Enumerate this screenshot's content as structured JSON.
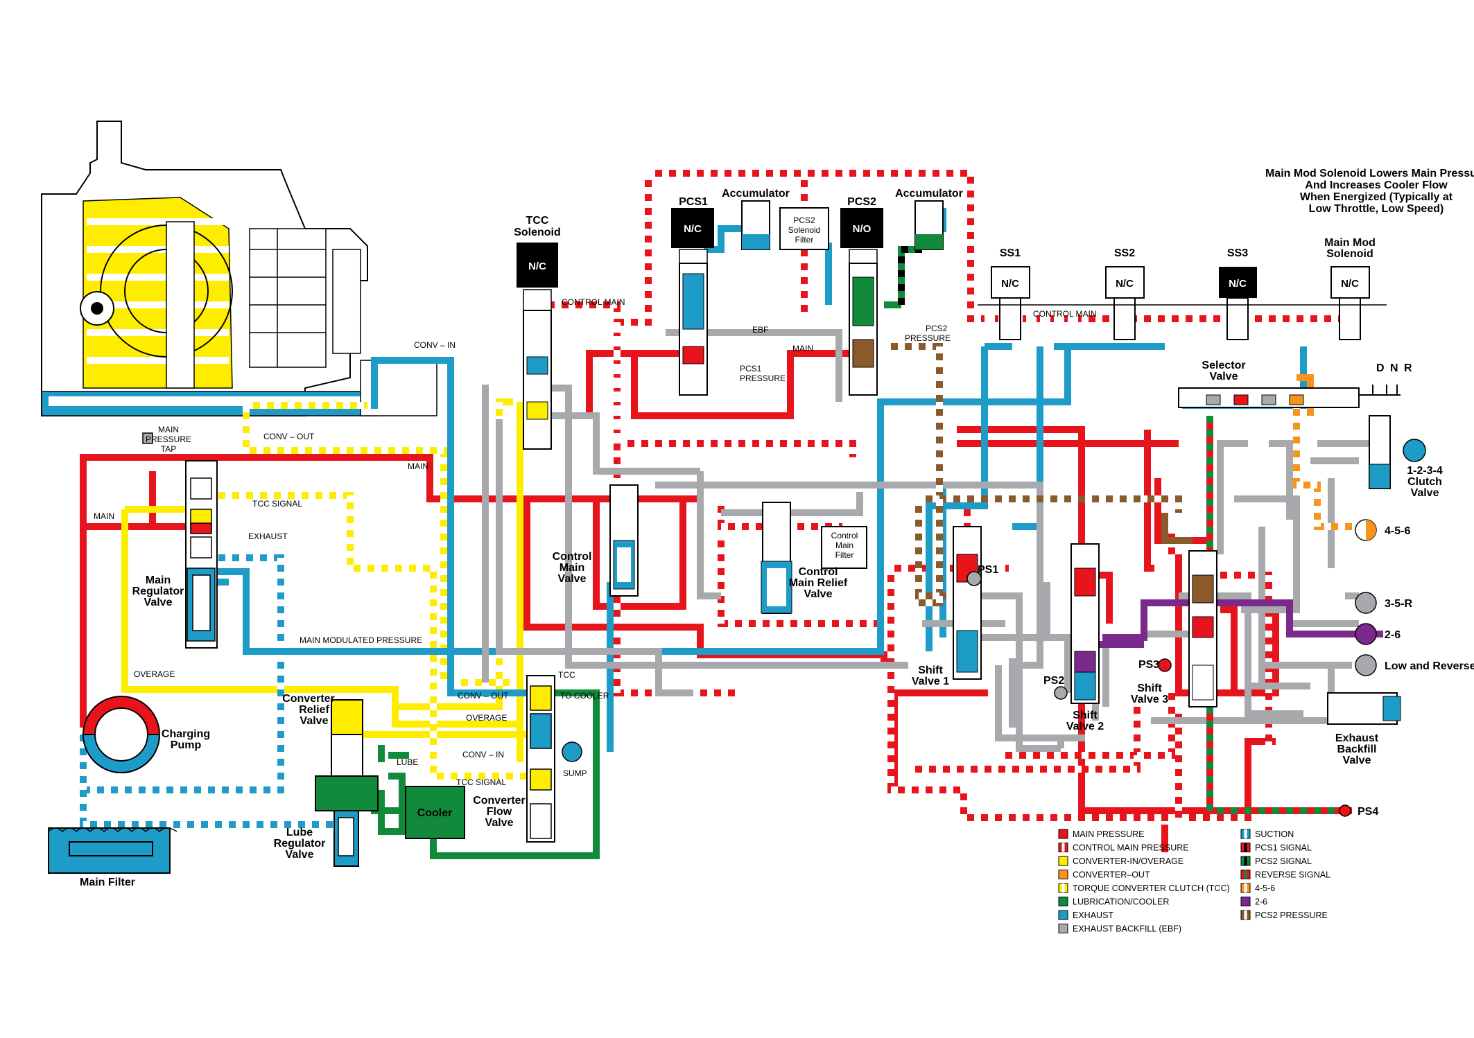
{
  "labels": {
    "note_line1": "Main Mod Solenoid Lowers Main Pressure",
    "note_line2": "And Increases Cooler Flow",
    "note_line3": "When Energized (Typically at",
    "note_line4": "Low Throttle, Low Speed)",
    "tcc_solenoid_1": "TCC",
    "tcc_solenoid_2": "Solenoid",
    "pcs1": "PCS1",
    "pcs2": "PCS2",
    "accumulator": "Accumulator",
    "pcs2_filter_1": "PCS2",
    "pcs2_filter_2": "Solenoid",
    "pcs2_filter_3": "Filter",
    "ss1": "SS1",
    "ss2": "SS2",
    "ss3": "SS3",
    "main_mod_1": "Main Mod",
    "main_mod_2": "Solenoid",
    "nc": "N/C",
    "no": "N/O",
    "control_main": "CONTROL MAIN",
    "ebf": "EBF",
    "main": "MAIN",
    "pcs1_pressure_1": "PCS1",
    "pcs1_pressure_2": "PRESSURE",
    "pcs2_pressure_1": "PCS2",
    "pcs2_pressure_2": "PRESSURE",
    "conv_in": "CONV – IN",
    "conv_out": "CONV – OUT",
    "main_pressure_tap_1": "MAIN",
    "main_pressure_tap_2": "PRESSURE",
    "main_pressure_tap_3": "TAP",
    "tcc_signal": "TCC SIGNAL",
    "exhaust": "EXHAUST",
    "main_modulated_pressure": "MAIN MODULATED PRESSURE",
    "overage": "OVERAGE",
    "tcc": "TCC",
    "to_cooler": "TO COOLER",
    "sump": "SUMP",
    "lube": "LUBE",
    "main_regulator_1": "Main",
    "main_regulator_2": "Regulator",
    "main_regulator_3": "Valve",
    "charging_pump_1": "Charging",
    "charging_pump_2": "Pump",
    "converter_relief_1": "Converter",
    "converter_relief_2": "Relief",
    "converter_relief_3": "Valve",
    "lube_regulator_1": "Lube",
    "lube_regulator_2": "Regulator",
    "lube_regulator_3": "Valve",
    "main_filter": "Main Filter",
    "cooler": "Cooler",
    "converter_flow_1": "Converter",
    "converter_flow_2": "Flow",
    "converter_flow_3": "Valve",
    "control_main_valve_1": "Control",
    "control_main_valve_2": "Main",
    "control_main_valve_3": "Valve",
    "control_main_relief_1": "Control",
    "control_main_relief_2": "Main Relief",
    "control_main_relief_3": "Valve",
    "control_main_filter_1": "Control",
    "control_main_filter_2": "Main",
    "control_main_filter_3": "Filter",
    "selector_valve_1": "Selector",
    "selector_valve_2": "Valve",
    "d": "D",
    "n": "N",
    "r": "R",
    "clutch_1234_1": "1-2-3-4",
    "clutch_1234_2": "Clutch",
    "clutch_1234_3": "Valve",
    "clutch_456": "4-5-6",
    "clutch_35r": "3-5-R",
    "clutch_26": "2-6",
    "clutch_low_reverse": "Low and Reverse",
    "exhaust_backfill_1": "Exhaust",
    "exhaust_backfill_2": "Backfill",
    "exhaust_backfill_3": "Valve",
    "ps1": "PS1",
    "ps2": "PS2",
    "ps3": "PS3",
    "ps4": "PS4",
    "shift_valve_1a": "Shift",
    "shift_valve_1b": "Valve 1",
    "shift_valve_2a": "Shift",
    "shift_valve_2b": "Valve 2",
    "shift_valve_3a": "Shift",
    "shift_valve_3b": "Valve 3"
  },
  "legend": [
    {
      "label": "MAIN PRESSURE",
      "fill": "#e8141b",
      "stripe": ""
    },
    {
      "label": "CONTROL MAIN PRESSURE",
      "fill": "#e8141b",
      "stripe": "#ffffff"
    },
    {
      "label": "CONVERTER-IN/OVERAGE",
      "fill": "#ffed00",
      "stripe": ""
    },
    {
      "label": "CONVERTER–OUT",
      "fill": "#f7941d",
      "stripe": ""
    },
    {
      "label": "TORQUE CONVERTER CLUTCH (TCC)",
      "fill": "#ffed00",
      "stripe": "#ffffff"
    },
    {
      "label": "LUBRICATION/COOLER",
      "fill": "#128a3c",
      "stripe": ""
    },
    {
      "label": "EXHAUST",
      "fill": "#1e9cc8",
      "stripe": ""
    },
    {
      "label": "EXHAUST BACKFILL (EBF)",
      "fill": "#a7a9ac",
      "stripe": ""
    },
    {
      "label": "SUCTION",
      "fill": "#1e9cc8",
      "stripe": "#ffffff"
    },
    {
      "label": "PCS1 SIGNAL",
      "fill": "#e8141b",
      "stripe": "#000000"
    },
    {
      "label": "PCS2 SIGNAL",
      "fill": "#128a3c",
      "stripe": "#000000"
    },
    {
      "label": "REVERSE SIGNAL",
      "fill": "#e8141b",
      "stripe": "#128a3c"
    },
    {
      "label": "4-5-6",
      "fill": "#f7941d",
      "stripe": "#ffffff"
    },
    {
      "label": "2-6",
      "fill": "#7b2a8c",
      "stripe": ""
    },
    {
      "label": "PCS2 PRESSURE",
      "fill": "#8b5a2b",
      "stripe": "#ffffff"
    }
  ],
  "colors": {
    "main": "#e8141b",
    "yellow": "#ffed00",
    "orange": "#f7941d",
    "green": "#128a3c",
    "blue": "#1e9cc8",
    "gray": "#a7a9ac",
    "purple": "#7b2a8c",
    "brown": "#8b5a2b"
  }
}
